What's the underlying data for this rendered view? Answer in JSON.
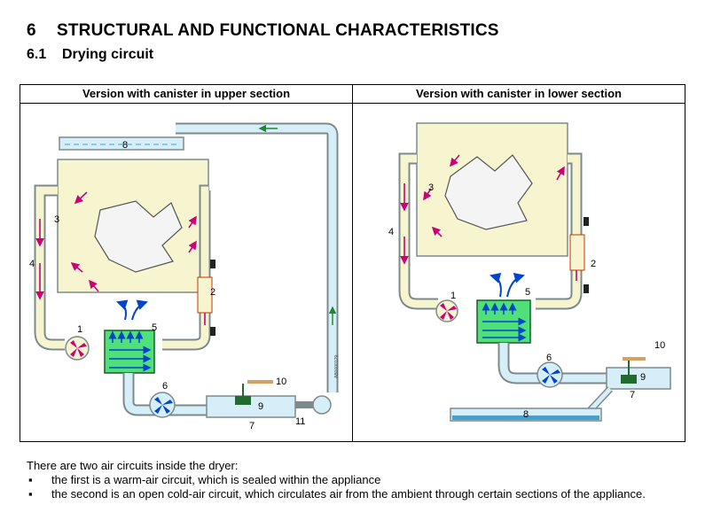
{
  "section": {
    "number": "6",
    "title": "STRUCTURAL AND FUNCTIONAL CHARACTERISTICS"
  },
  "subsection": {
    "number": "6.1",
    "title": "Drying circuit"
  },
  "columns": {
    "left": {
      "header": "Version with canister in upper section",
      "labels": [
        "8",
        "3",
        "4",
        "1",
        "5",
        "2",
        "6",
        "9",
        "10",
        "7",
        "11"
      ],
      "code": "AB0000179"
    },
    "right": {
      "header": "Version with canister in lower section",
      "labels": [
        "3",
        "4",
        "1",
        "5",
        "2",
        "6",
        "10",
        "9",
        "7",
        "8"
      ]
    }
  },
  "description": {
    "intro": "There are two air circuits inside the dryer:",
    "bullet_glyph": "▪",
    "bullets": [
      "the first is a warm-air circuit, which is sealed within the appliance",
      "the second is an open cold-air circuit, which circulates air from the ambient through certain sections of the appliance."
    ]
  },
  "colors": {
    "warm_air": "#f7f5cf",
    "cold_air": "#d6eef8",
    "condenser": "#4fe07a",
    "arrow_hot": "#cc0077",
    "arrow_cold": "#0044cc",
    "pump": "#206b2e"
  }
}
